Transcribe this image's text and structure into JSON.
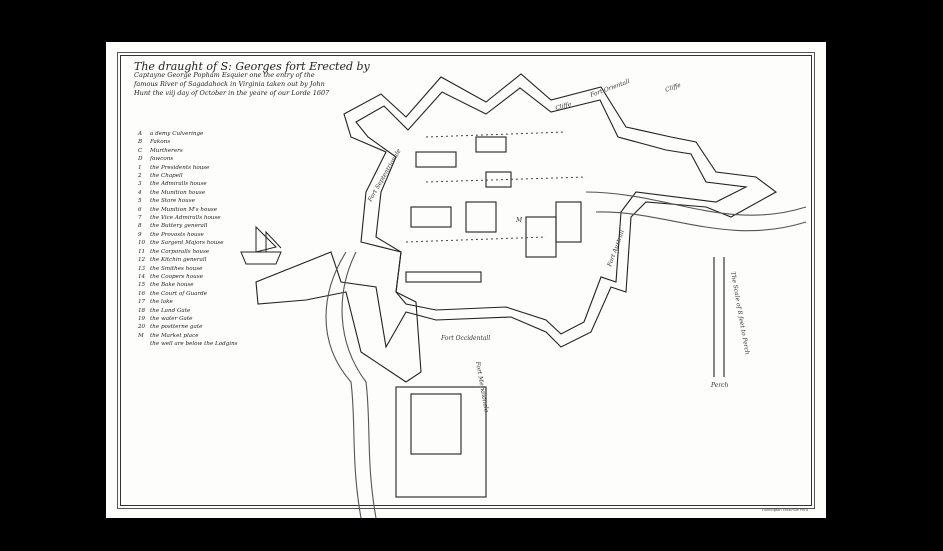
{
  "title": {
    "line1": "The draught of S: Georges fort Erected by",
    "line2": "Captayne George Popham Esquier one the entry of the",
    "line3": "famous River of Sagadahock in Virginia taken out by John",
    "line4": "Hunt the viij day of October in the yeare of our Lorde 1607"
  },
  "legend": [
    {
      "key": "A",
      "text": "a demy Culveringe"
    },
    {
      "key": "B",
      "text": "Fakons"
    },
    {
      "key": "C",
      "text": "Murtherers"
    },
    {
      "key": "D",
      "text": "fawcons"
    },
    {
      "key": "1",
      "text": "the Presidents house"
    },
    {
      "key": "2",
      "text": "the Chapell"
    },
    {
      "key": "3",
      "text": "the Admiralls house"
    },
    {
      "key": "4",
      "text": "the Munition house"
    },
    {
      "key": "5",
      "text": "the Store house"
    },
    {
      "key": "6",
      "text": "the Munition M's house"
    },
    {
      "key": "7",
      "text": "the Vice Admiralls house"
    },
    {
      "key": "8",
      "text": "the Buttery generall"
    },
    {
      "key": "9",
      "text": "the Provosts house"
    },
    {
      "key": "10",
      "text": "the Sargent Majors house"
    },
    {
      "key": "11",
      "text": "the Corporalls house"
    },
    {
      "key": "12",
      "text": "the Kitchin generall"
    },
    {
      "key": "13",
      "text": "the Smithes house"
    },
    {
      "key": "14",
      "text": "the Coopers house"
    },
    {
      "key": "15",
      "text": "the Bake house"
    },
    {
      "key": "16",
      "text": "the Court of Guarde"
    },
    {
      "key": "17",
      "text": "the lake"
    },
    {
      "key": "18",
      "text": "the Land Gate"
    },
    {
      "key": "19",
      "text": "the water Gate"
    },
    {
      "key": "20",
      "text": "the postterne gate"
    },
    {
      "key": "M",
      "text": "the Market place"
    },
    {
      "key": "",
      "text": "the well are below the Lodgins"
    }
  ],
  "map_labels": {
    "north_cliff_1": "Cliffe",
    "north_cliff_2": "Cliffe",
    "fort_east": "Fort Orientall",
    "fort_north": "Fort Septentrionale",
    "fort_south": "Fort Australl",
    "fort_west": "Fort Occidentall",
    "fort_meridional": "Fort Meridionale",
    "market": "M",
    "scale": "The Scale of 8 feet to Perch",
    "scale_unit": "Perch"
  },
  "printer_credit": "Huntington Facsimile Print",
  "colors": {
    "paper": "#fdfdfb",
    "ink": "#222222",
    "background": "#000000"
  }
}
